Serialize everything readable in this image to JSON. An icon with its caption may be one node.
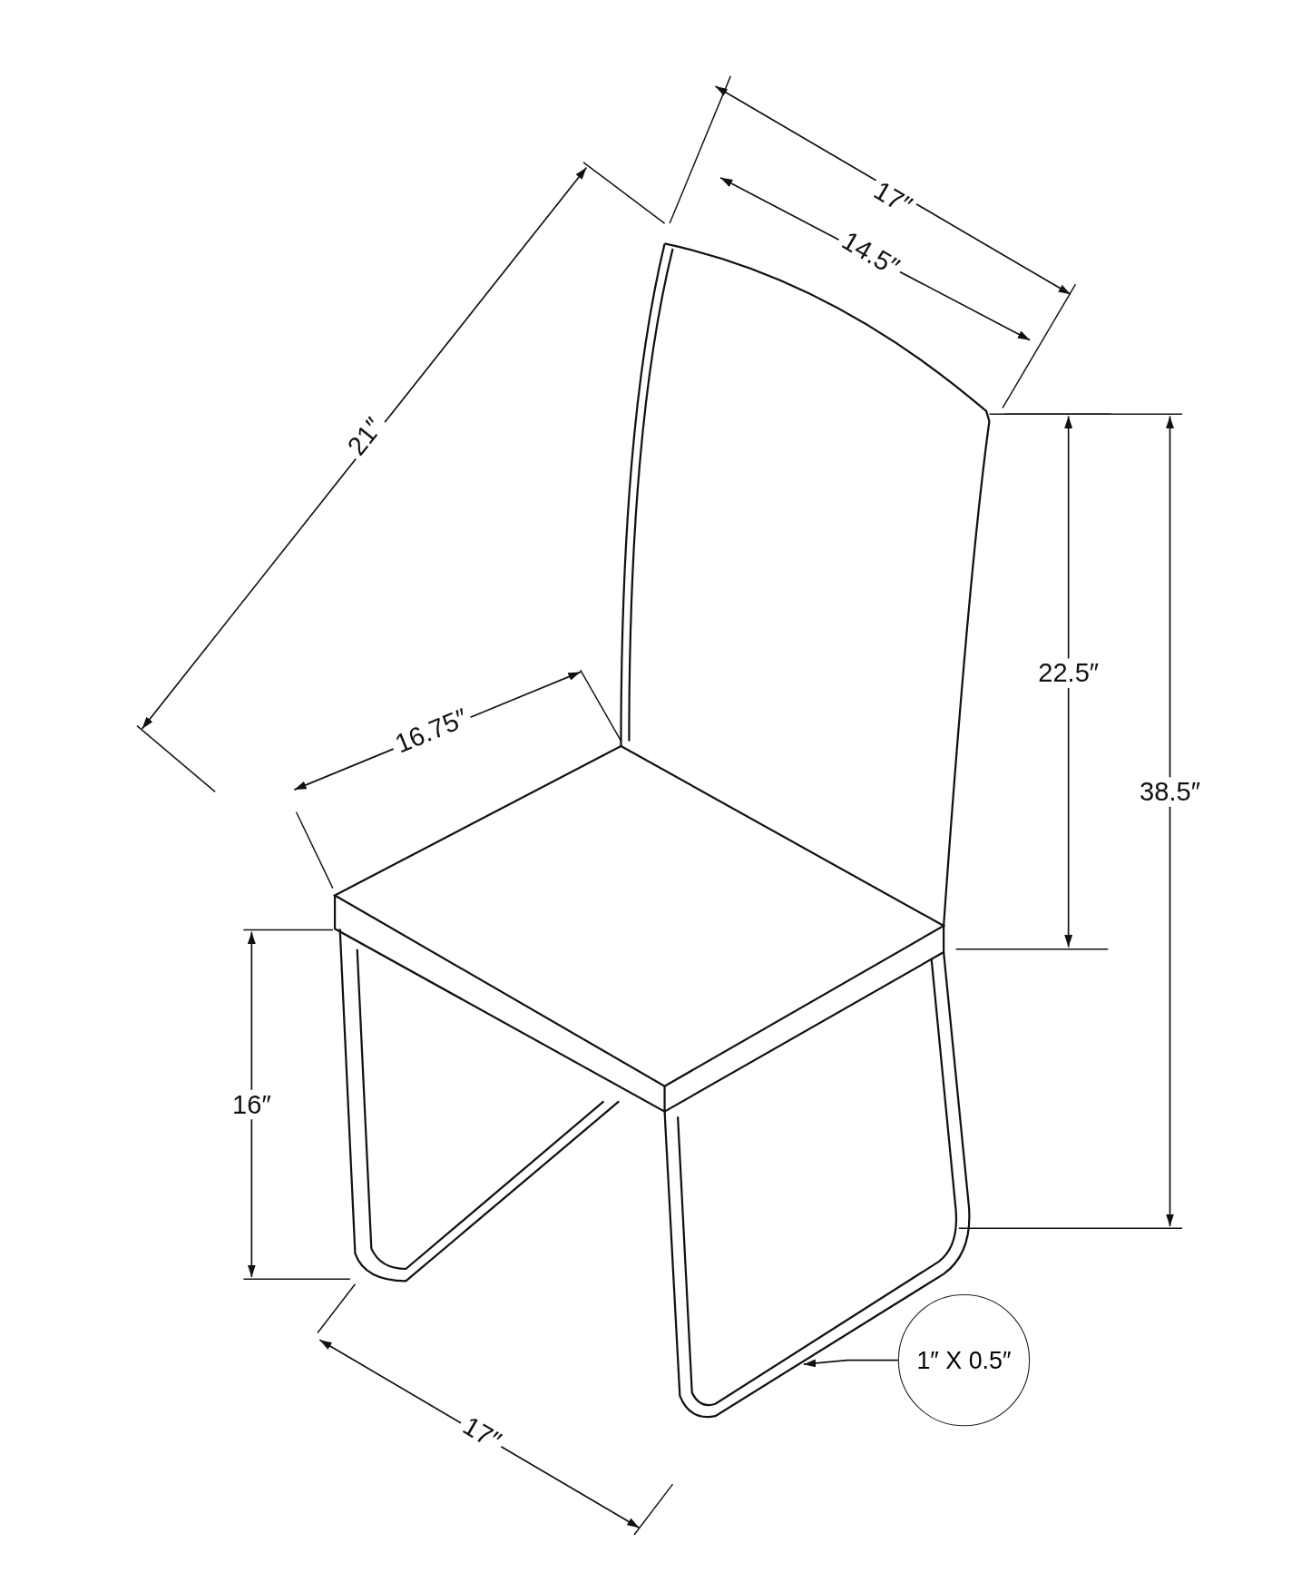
{
  "diagram": {
    "nodes": [
      {
        "text": [
          "1″ X 0.5″"
        ]
      },
      {
        "text": [],
        "shape": "picture"
      }
    ],
    "edges": [
      {
        "from": 0,
        "to": 1,
        "arrow": "to"
      }
    ],
    "labels": [
      "17″",
      "14.5″",
      "21″",
      "22.5″",
      "16.75″",
      "38.5″",
      "16″",
      "17″"
    ]
  }
}
